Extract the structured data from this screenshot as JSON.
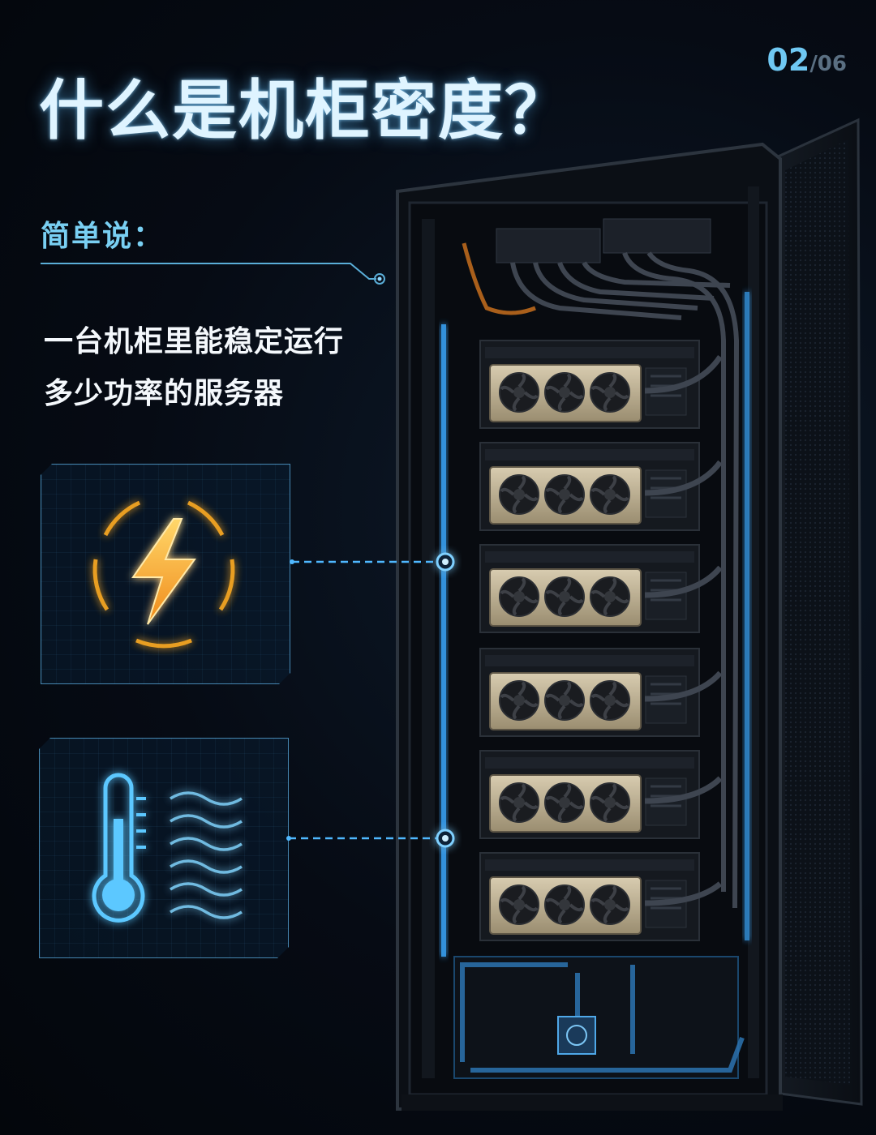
{
  "header": {
    "title": "什么是机柜密度？",
    "page_current": "02",
    "page_total": "/06"
  },
  "intro": {
    "subtitle": "简单说：",
    "description_line1": "一台机柜里能稳定运行",
    "description_line2": "多少功率的服务器"
  },
  "panels": [
    {
      "icon": "lightning-bolt-icon",
      "color": "#f5a623"
    },
    {
      "icon": "thermometer-icon",
      "color": "#5cc8ff"
    }
  ],
  "colors": {
    "accent_blue": "#5cc8ff",
    "accent_orange": "#f5a623",
    "background": "#060b14"
  },
  "illustration": {
    "subject": "server-rack-with-liquid-cooling",
    "server_count": 6
  }
}
